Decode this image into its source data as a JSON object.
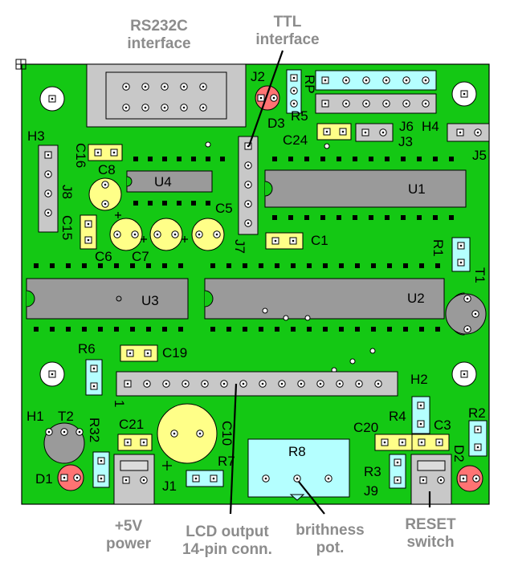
{
  "callouts": {
    "rs232": {
      "line1": "RS232C",
      "line2": "interface"
    },
    "ttl": {
      "line1": "TTL",
      "line2": "interface"
    },
    "power": {
      "line1": "+5V",
      "line2": "power"
    },
    "lcd": {
      "line1": "LCD output",
      "line2": "14-pin conn."
    },
    "bright": {
      "line1": "brithness",
      "line2": "pot."
    },
    "reset": {
      "line1": "RESET",
      "line2": "switch"
    }
  },
  "silkscreen": {
    "ic": {
      "u1": "U1",
      "u2": "U2",
      "u3": "U3",
      "u4": "U4"
    },
    "jumpers": {
      "j1": "J1",
      "j2": "J2",
      "j3": "J3",
      "j5": "J5",
      "j6": "J6",
      "j7": "J7",
      "j8": "J8",
      "j9": "J9"
    },
    "holes": {
      "h1": "H1",
      "h2": "H2",
      "h3": "H3",
      "h4": "H4"
    },
    "caps": {
      "c1": "C1",
      "c3": "C3",
      "c5": "C5",
      "c6": "C6",
      "c7": "C7",
      "c8": "C8",
      "c10": "C10",
      "c15": "C15",
      "c16": "C16",
      "c19": "C19",
      "c20": "C20",
      "c21": "C21",
      "c24": "C24"
    },
    "resistors": {
      "r1": "R1",
      "r2": "R2",
      "r3": "R3",
      "r4": "R4",
      "r5": "R5",
      "r6": "R6",
      "r7": "R7",
      "r8": "R8",
      "r32": "R32",
      "rp": "RP"
    },
    "diodes": {
      "d1": "D1",
      "d2": "D2",
      "d3": "D3"
    },
    "transistors": {
      "t1": "T1",
      "t2": "T2"
    },
    "pin_one_marker": "1"
  },
  "colors": {
    "board": "#14c814",
    "chip": "#9a9a9a",
    "header": "#c8c8c8",
    "connector_cyan": "#b4ffff",
    "capacitor": "#ffff88",
    "led": "#ff7373",
    "label_gray": "#8c8c8c"
  }
}
